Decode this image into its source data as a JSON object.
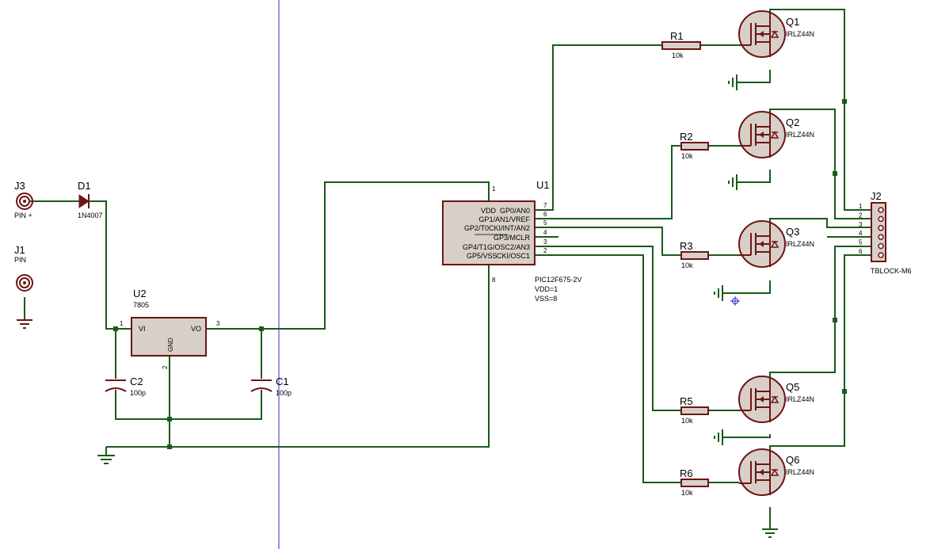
{
  "colors": {
    "wire": "#1a5a1a",
    "component": "#6e1414",
    "body_fill": "#d8d0c8",
    "cursor_line": "#2a2ad6"
  },
  "connectors": {
    "j3": {
      "ref": "J3",
      "value": "PIN +"
    },
    "j1": {
      "ref": "J1",
      "value": "PIN"
    },
    "j2": {
      "ref": "J2",
      "value": "TBLOCK-M6",
      "pins": [
        "1",
        "2",
        "3",
        "4",
        "5",
        "6"
      ]
    }
  },
  "diode": {
    "ref": "D1",
    "value": "1N4007"
  },
  "regulator": {
    "ref": "U2",
    "value": "7805",
    "pin_vi": "VI",
    "pin_vo": "VO",
    "pin_gnd": "GND",
    "pin1": "1",
    "pin2": "2",
    "pin3": "3"
  },
  "capacitors": [
    {
      "ref": "C2",
      "value": "100p"
    },
    {
      "ref": "C1",
      "value": "100p"
    }
  ],
  "mcu": {
    "ref": "U1",
    "part": "PIC12F675-2V",
    "vdd": "VDD=1",
    "vss": "VSS=8",
    "pin_top": "1",
    "pin_bottom": "8",
    "left_labels": [
      "VDD",
      "",
      "",
      "",
      "",
      "GP5/VSS"
    ],
    "right_labels": [
      "GP0/AN0",
      "GP1/AN1/VREF",
      "GP2/T0CKI/INT/AN2",
      "GP3/MCLR",
      "GP4/T1G/OSC2/AN3",
      "CKI/OSC1"
    ],
    "right_pins": [
      "7",
      "6",
      "5",
      "4",
      "3",
      "2"
    ]
  },
  "resistors": [
    {
      "ref": "R1",
      "value": "10k"
    },
    {
      "ref": "R2",
      "value": "10k"
    },
    {
      "ref": "R3",
      "value": "10k"
    },
    {
      "ref": "R5",
      "value": "10k"
    },
    {
      "ref": "R6",
      "value": "10k"
    }
  ],
  "mosfets": [
    {
      "ref": "Q1",
      "value": "IRLZ44N"
    },
    {
      "ref": "Q2",
      "value": "IRLZ44N"
    },
    {
      "ref": "Q3",
      "value": "IRLZ44N"
    },
    {
      "ref": "Q5",
      "value": "IRLZ44N"
    },
    {
      "ref": "Q6",
      "value": "IRLZ44N"
    }
  ]
}
